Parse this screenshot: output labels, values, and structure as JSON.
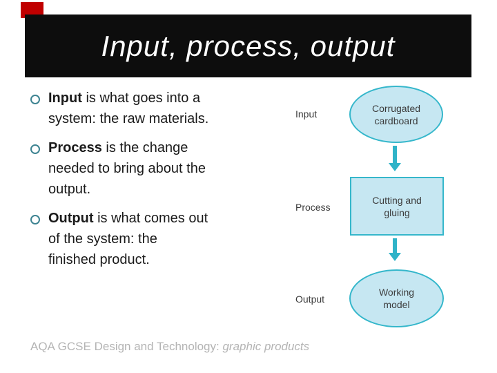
{
  "colors": {
    "slide_bg": "#ffffff",
    "bar_bg": "#0d0d0d",
    "title_text": "#ffffff",
    "accent_red": "#c00000",
    "body_text": "#1a1a1a",
    "bullet_ring": "#3d8391",
    "label_text": "#3a3a3a",
    "shape_fill": "#c6e7f2",
    "shape_border": "#35b7cb",
    "arrow_teal": "#2fb3c8",
    "footer_gray": "#b4b4b4"
  },
  "slide": {
    "title": "Input, process, output",
    "bullets": [
      {
        "bold": "Input",
        "line1": "is what goes into a",
        "line2": "system: the raw materials.",
        "line3": ""
      },
      {
        "bold": "Process",
        "line1": "is the change",
        "line2": "needed to bring about the",
        "line3": "output."
      },
      {
        "bold": "Output",
        "line1": "is what comes out",
        "line2": "of the system: the",
        "line3": "finished product."
      }
    ],
    "diagram": {
      "rows": [
        {
          "label": "Input",
          "shape": "ellipse",
          "text": "Corrugated cardboard"
        },
        {
          "label": "Process",
          "shape": "rectangle",
          "text": "Cutting and gluing"
        },
        {
          "label": "Output",
          "shape": "ellipse",
          "text": "Working model"
        }
      ]
    },
    "footer": {
      "regular": "AQA GCSE Design and Technology: ",
      "italic": "graphic products"
    }
  }
}
